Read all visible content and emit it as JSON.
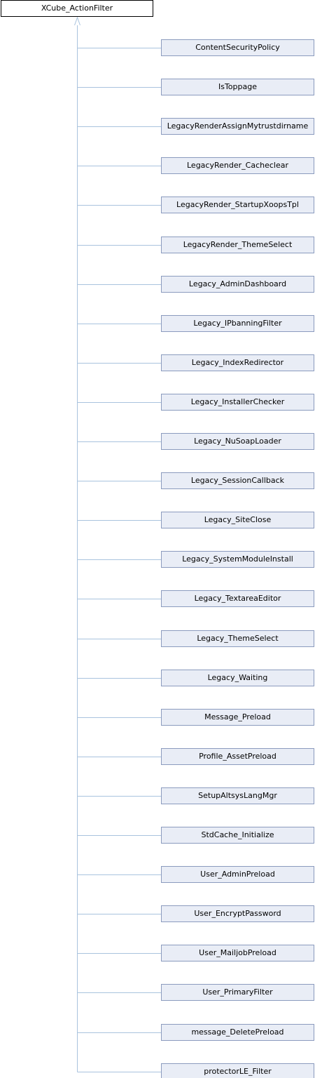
{
  "base_class": "XCube_ActionFilter",
  "derived_classes": [
    "ContentSecurityPolicy",
    "IsToppage",
    "LegacyRenderAssignMytrustdirname",
    "LegacyRender_Cacheclear",
    "LegacyRender_StartupXoopsTpl",
    "LegacyRender_ThemeSelect",
    "Legacy_AdminDashboard",
    "Legacy_IPbanningFilter",
    "Legacy_IndexRedirector",
    "Legacy_InstallerChecker",
    "Legacy_NuSoapLoader",
    "Legacy_SessionCallback",
    "Legacy_SiteClose",
    "Legacy_SystemModuleInstall",
    "Legacy_TextareaEditor",
    "Legacy_ThemeSelect",
    "Legacy_Waiting",
    "Message_Preload",
    "Profile_AssetPreload",
    "SetupAltsysLangMgr",
    "StdCache_Initialize",
    "User_AdminPreload",
    "User_EncryptPassword",
    "User_MailjobPreload",
    "User_PrimaryFilter",
    "message_DeletePreload",
    "protectorLE_Filter"
  ],
  "colors": {
    "connector": "#a9c3de",
    "node_fill": "#e9edf6",
    "node_border": "#8b9bbe",
    "base_border": "#000000"
  }
}
